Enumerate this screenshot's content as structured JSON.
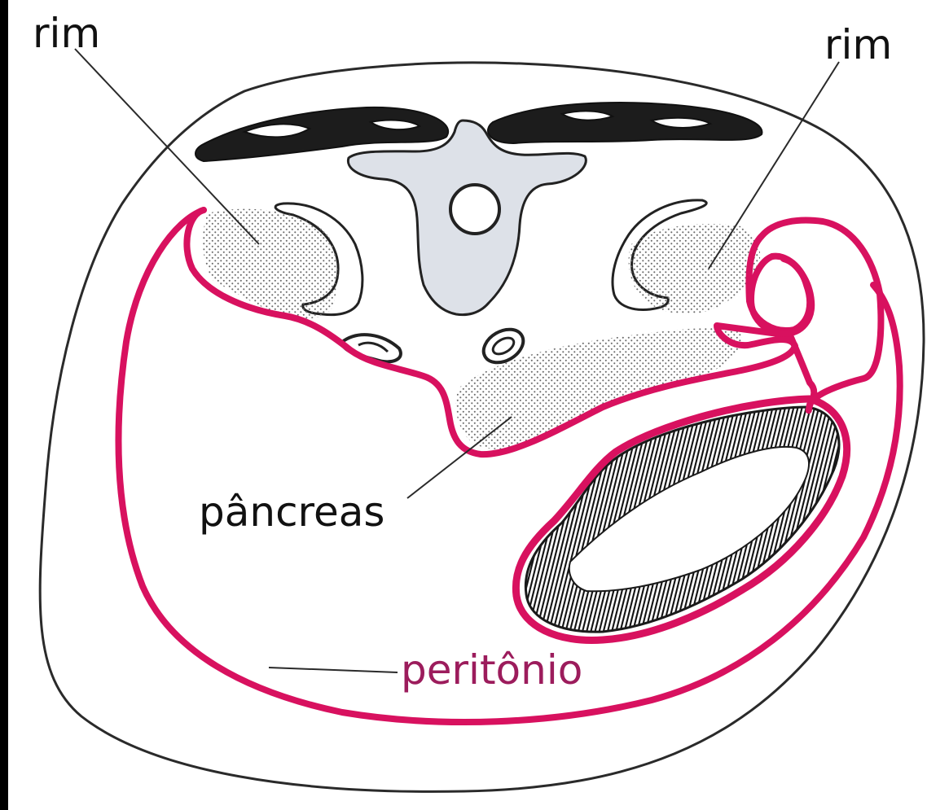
{
  "labels": {
    "rim_left": "rim",
    "rim_right": "rim",
    "pancreas": "pâncreas",
    "peritoneum": "peritônio"
  },
  "colors": {
    "background": "#000000",
    "page": "#ffffff",
    "outline": "#2a2a2a",
    "peritoneum": "#d8115f",
    "label_text": "#111111",
    "peritoneum_label": "#9c1c5c",
    "vertebra_fill": "#dde1e8",
    "muscle_fill": "#1c1c1c",
    "stipple_dot": "#6a6a6a"
  }
}
